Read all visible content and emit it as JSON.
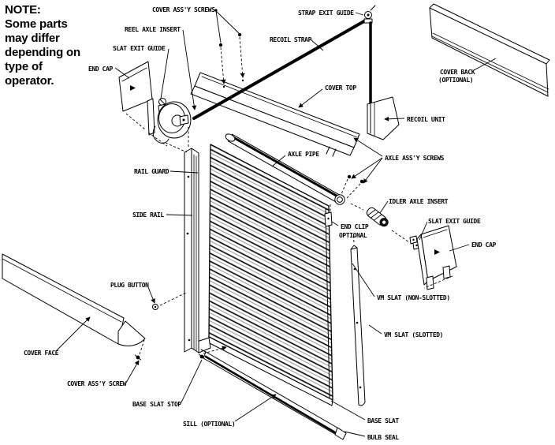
{
  "note": "NOTE:\nSome parts\nmay differ\ndepending on\ntype of\noperator.",
  "labels": {
    "cover_assy_screws": "COVER ASS'Y SCREWS",
    "reel_axle_insert": "REEL AXLE INSERT",
    "slat_exit_guide_left": "SLAT EXIT GUIDE",
    "end_cap_left": "END CAP",
    "strap_exit_guide": "STRAP EXIT GUIDE",
    "recoil_strap": "RECOIL STRAP",
    "cover_back_line1": "COVER BACK",
    "cover_back_line2": "(OPTIONAL)",
    "cover_top": "COVER TOP",
    "recoil_unit": "RECOIL UNIT",
    "axle_pipe": "AXLE PIPE",
    "axle_assy_screws": "AXLE ASS'Y SCREWS",
    "idler_axle_insert": "IDLER AXLE INSERT",
    "slat_exit_guide_right": "SLAT EXIT GUIDE",
    "end_cap_right": "END CAP",
    "end_clip_line1": "END CLIP",
    "end_clip_line2": "OPTIONAL",
    "rail_guard": "RAIL GUARD",
    "side_rail": "SIDE RAIL",
    "plug_button": "PLUG BUTTON",
    "cover_face": "COVER FACE",
    "cover_assy_screw": "COVER ASS'Y SCREW",
    "base_slat_stop": "BASE SLAT STOP",
    "sill": "SILL (OPTIONAL)",
    "base_slat": "BASE SLAT",
    "bulb_seal": "BULB SEAL",
    "vm_slat_non_slotted": "VM SLAT (NON-SLOTTED)",
    "vm_slat_slotted": "VM SLAT (SLOTTED)"
  },
  "colors": {
    "ink": "#000000",
    "paper": "#ffffff",
    "slat_shadow": "#8f8f8f"
  }
}
